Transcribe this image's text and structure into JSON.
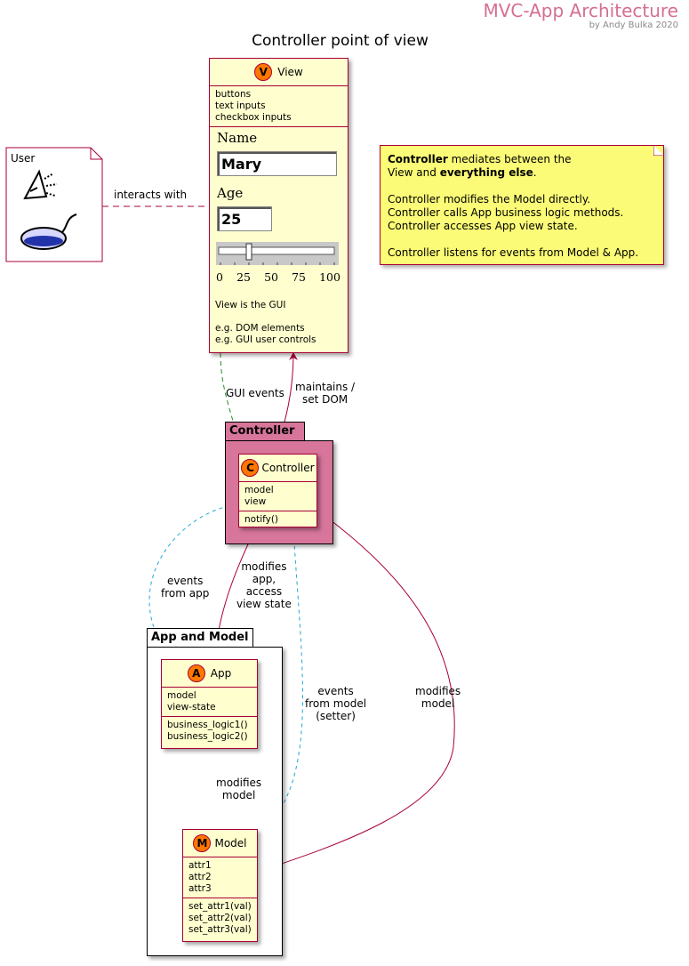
{
  "header": {
    "title": "MVC-App Architecture",
    "subtitle": "by Andy Bulka 2020"
  },
  "diagram_title": "Controller point of view",
  "user": {
    "label": "User"
  },
  "view": {
    "badge": "V",
    "name": "View",
    "fields": [
      "buttons",
      "text inputs",
      "checkbox inputs"
    ],
    "gui": {
      "name_label": "Name",
      "name_value": "Mary",
      "age_label": "Age",
      "age_value": "25",
      "slider_value": 25,
      "tick_labels": [
        "0",
        "25",
        "50",
        "75",
        "100"
      ]
    },
    "notes": [
      "View is the GUI",
      "",
      "e.g. DOM elements",
      "e.g. GUI user controls"
    ]
  },
  "controller_package": {
    "label": "Controller"
  },
  "controller": {
    "badge": "C",
    "name": "Controller",
    "fields": [
      "model",
      "view"
    ],
    "methods": [
      "notify()"
    ]
  },
  "app_package": {
    "label": "App and Model"
  },
  "app": {
    "badge": "A",
    "name": "App",
    "fields": [
      "model",
      "view-state"
    ],
    "methods": [
      "business_logic1()",
      "business_logic2()"
    ]
  },
  "model": {
    "badge": "M",
    "name": "Model",
    "fields": [
      "attr1",
      "attr2",
      "attr3"
    ],
    "methods": [
      "set_attr1(val)",
      "set_attr2(val)",
      "set_attr3(val)"
    ]
  },
  "note": {
    "line1_bold": "Controller",
    "line1_rest": " mediates between the",
    "line2_pre": "View and ",
    "line2_bold": "everything else",
    "line2_post": ".",
    "lines": [
      "Controller modifies the Model directly.",
      "Controller calls App business logic methods.",
      "Controller accesses App view state.",
      "",
      "Controller listens for events from Model & App."
    ]
  },
  "edge_labels": {
    "interacts": "interacts with",
    "gui_events": "GUI events",
    "maintains": [
      "maintains /",
      "set DOM"
    ],
    "modifies_app": [
      "modifies",
      "app,",
      "access",
      "view state"
    ],
    "events_app": [
      "events",
      "from app"
    ],
    "events_model": [
      "events",
      "from model",
      "(setter)"
    ],
    "modifies_model_right": [
      "modifies",
      "model"
    ],
    "modifies_model_app": [
      "modifies",
      "model"
    ]
  },
  "colors": {
    "class_bg": "#fefece",
    "class_border": "#a80036",
    "badge": "#ff7700",
    "controller_pkg": "#d7759a",
    "note_bg": "#fbfb77",
    "edge_main": "#a80036",
    "edge_event": "#1fa8d8",
    "edge_gui": "#228b22",
    "header": "#d56f8f"
  }
}
